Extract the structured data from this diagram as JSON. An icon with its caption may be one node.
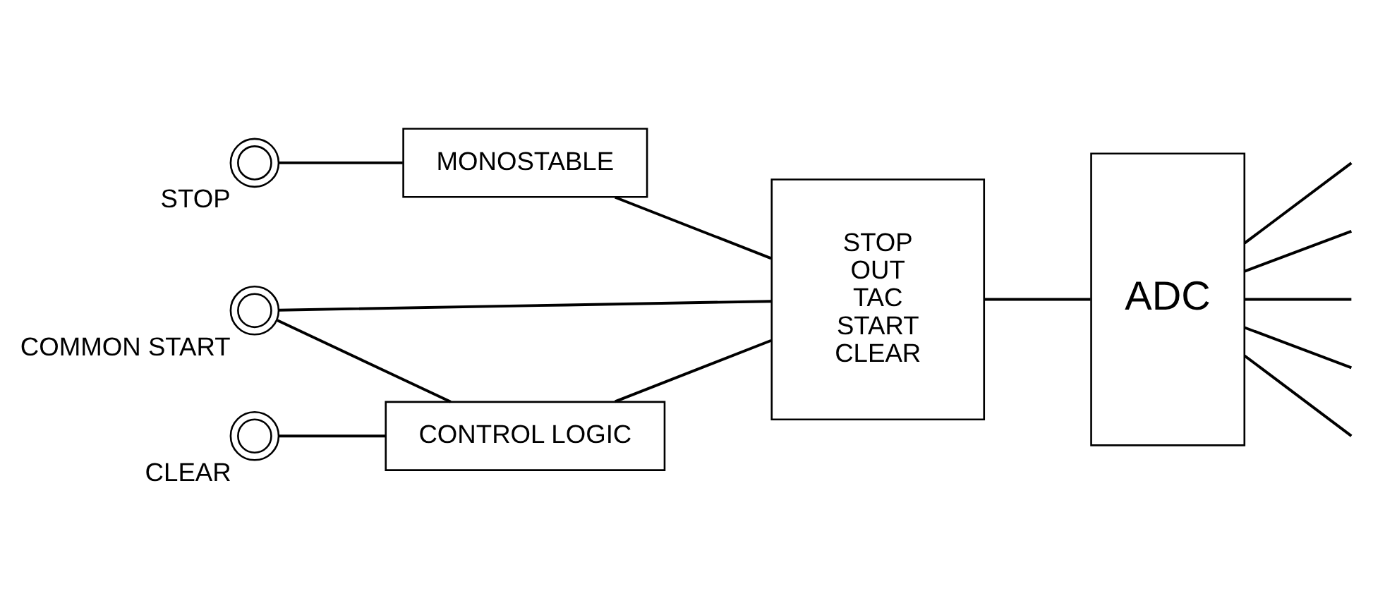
{
  "diagram": {
    "nodes": [
      {
        "text": [],
        "shape": "circle",
        "beside": [
          "STOP"
        ]
      },
      {
        "text": [
          "MONOSTABLE"
        ]
      },
      {
        "text": [
          "STOP",
          "OUT",
          "TAC",
          "START",
          "CLEAR"
        ]
      },
      {
        "text": [
          "ADC"
        ]
      },
      {
        "text": [],
        "shape": "circle",
        "beside": [
          "COMMON START"
        ]
      },
      {
        "text": [],
        "shape": "circle",
        "beside": [
          "CLEAR"
        ]
      },
      {
        "text": [
          "CONTROL LOGIC"
        ]
      }
    ],
    "edges": [
      {
        "from": 0,
        "to": 1,
        "arrow": "none"
      },
      {
        "from": 1,
        "to": 2,
        "arrow": "none"
      },
      {
        "from": 2,
        "to": 3,
        "arrow": "none"
      },
      {
        "from": 4,
        "to": 2,
        "arrow": "none"
      },
      {
        "from": 4,
        "to": 6,
        "arrow": "none"
      },
      {
        "from": 5,
        "to": 6,
        "arrow": "none"
      },
      {
        "from": 6,
        "to": 2,
        "arrow": "none"
      },
      {
        "from": 3,
        "to": null,
        "arrow": "none"
      },
      {
        "from": 3,
        "to": null,
        "arrow": "none"
      },
      {
        "from": 3,
        "to": null,
        "arrow": "none"
      },
      {
        "from": 3,
        "to": null,
        "arrow": "none"
      },
      {
        "from": 3,
        "to": null,
        "arrow": "none"
      }
    ]
  }
}
